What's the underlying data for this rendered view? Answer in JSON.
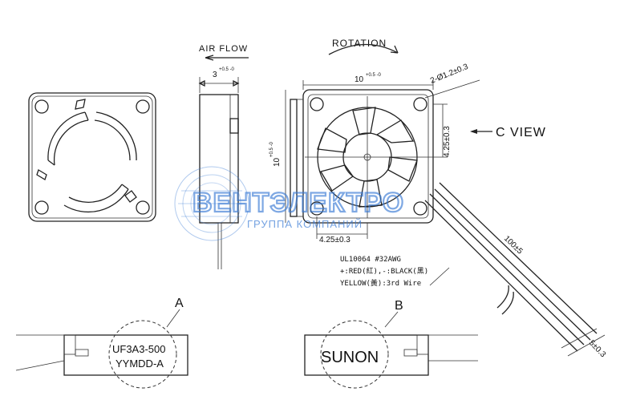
{
  "labels": {
    "air_flow": "AIR FLOW",
    "rotation": "ROTATION",
    "c_view": "C VIEW",
    "dim_3": "3",
    "dim_3_tol": "+0.5 -0",
    "dim_10_top": "10",
    "dim_10_top_tol": "+0.5 -0",
    "dim_10_side": "10",
    "dim_10_side_tol": "+0.5 -0",
    "holes": "2-Ø1.2±0.3",
    "dim_425_v": "4.25±0.3",
    "dim_425_h": "4.25±0.3",
    "dim_100": "100±5",
    "dim_5": "5±0.3",
    "wire_line1": "UL10064  #32AWG",
    "wire_line2": "+:RED(紅),-:BLACK(黑)",
    "wire_line3": "YELLOW(黃):3rd  Wire",
    "view_a": "A",
    "view_b": "B",
    "label_a_line1": "UF3A3-500",
    "label_a_line2": "YYMDD-A",
    "label_b": "SUNON"
  },
  "watermark": {
    "title": "ВЕНТЭЛЕКТРО",
    "subtitle": "ГРУППА КОМПАНИЙ",
    "color": "#3a7bd5"
  },
  "colors": {
    "line": "#222222",
    "background": "#ffffff"
  }
}
